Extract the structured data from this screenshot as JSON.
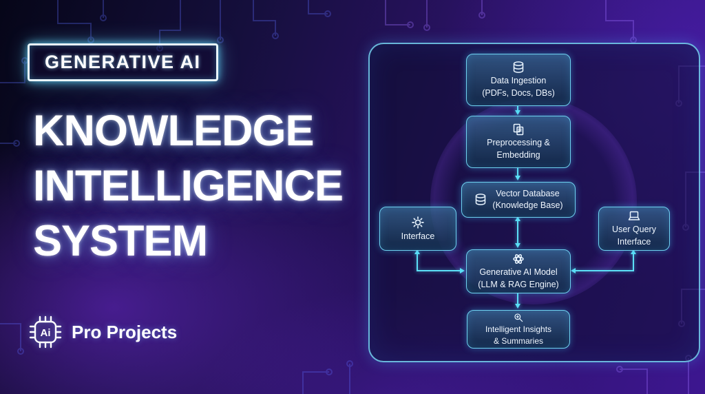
{
  "badge": {
    "label": "GENERATIVE AI"
  },
  "title": {
    "line1": "KNOWLEDGE",
    "line2": "INTELLIGENCE",
    "line3": "SYSTEM"
  },
  "brand": {
    "chip_label": "Ai",
    "name": "Pro Projects"
  },
  "colors": {
    "accent_cyan": "#5ce0f7",
    "node_border": "#6fd2f0",
    "panel_border": "#7de1ff",
    "background_purple": "#3d1690",
    "background_navy": "#060618",
    "text_white": "#ffffff"
  },
  "diagram": {
    "nodes": {
      "data_ingestion": {
        "line1": "Data Ingestion",
        "line2": "(PDFs, Docs, DBs)",
        "icon": "database-icon"
      },
      "preprocessing": {
        "line1": "Preprocessing &",
        "line2": "Embedding",
        "icon": "documents-icon"
      },
      "vector_db": {
        "line1": "Vector Database",
        "line2": "(Knowledge Base)",
        "icon": "database-icon"
      },
      "interface": {
        "line1": "Interface",
        "icon": "api-icon"
      },
      "user_query": {
        "line1": "User Query",
        "line2": "Interface",
        "icon": "laptop-icon"
      },
      "gen_ai": {
        "line1": "Generative AI Model",
        "line2": "(LLM & RAG Engine)",
        "icon": "ai-model-icon"
      },
      "insights": {
        "line1": "Intelligent Insights",
        "line2": "& Summaries",
        "icon": "magnifier-icon"
      }
    }
  }
}
